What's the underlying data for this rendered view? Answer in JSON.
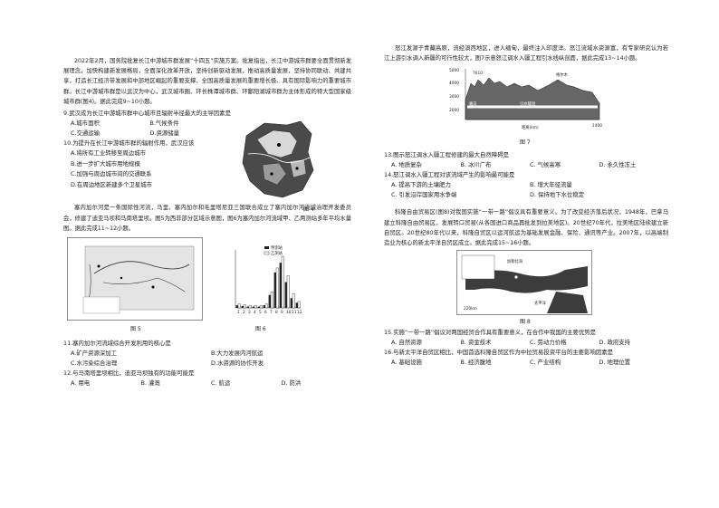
{
  "left": {
    "intro": "2022年2月，国务院批复长江中游城市群发展“十四五”实施方案。批复指出，长江中游城市群要全面贯彻新发展理念，加快构建新发展格局，全面深化改革开放，坚持创新驱动发展，推动高质量发展，坚持协同联动、共建共享，打造长江经济带发展和中部地区崛起的重要支撑、全国高质量发展的重要增长极、具有国际影响力的重要城市群。长江中游城市群是以武汉为中心，武汉城市圈、环长株潭城市群、环鄱阳湖城市群为主体形成的特大型国家级城市群(图4)。据此完成9~10小题。",
    "q9": "9.武汉成为长江中游城市群中心城市且辐射半径最大的主导因素是",
    "q9_opts": [
      "A.城市面积",
      "B.气候条件",
      "C.交通运输",
      "D.资源储量"
    ],
    "q10": "10.为提升在长江中游城市群的辐射作用，武汉应该",
    "q10_opts": [
      "A.将所有工业转移至周边城市",
      "B.进一步扩大城市用地规模",
      "C.加强与周边城市间的交通联系",
      "D.在周边地区新建多个卫星城市"
    ],
    "fig4_caption": "图 4",
    "intro2": "塞内加尔河是一条国际性河流，马里、塞内加尔和毛里塔尼亚三国联合成立了塞内加尔河流域治理开发委员会，修建了迪亚马坝和马南塔里坝。图5为西非部分区域示意图，图6为塞内加尔河流域甲、乙两测站多年平均水量图。据此完成11~12小题。",
    "fig5_caption": "图 5",
    "fig6_caption": "图 6",
    "q11": "11.塞内加尔河流域综合开发利用的核心是",
    "q11_opts": [
      "A.矿产资源深加工",
      "B.大力发展内河航运",
      "C.水污染综合治理",
      "D.水资源的协作开发"
    ],
    "q12": "12.与马南塔里坝相比，迪亚马坝独有的功能可能是",
    "q12_opts": [
      "A. 用电",
      "B. 灌溉",
      "C. 航运",
      "D. 防洪"
    ]
  },
  "right": {
    "intro": "怒江发源于青藏高原，流经滇西地区，进入缅甸，最终注入印度洋。怒江流域水资源富，有专家研究认为若江上游引水调入新疆的可行性较大，图7示意怒江调水入疆工程引水线纵剖面，据此完成13~14小题。",
    "fig7_caption": "图 7",
    "fig7_labels": {
      "top": "5000",
      "y2": "4000",
      "y3": "3000",
      "y4": "2000",
      "left_pt": "嘉白",
      "mid_pt": "引水隧洞",
      "right_pt": "格尔木",
      "end": "1400",
      "peak": "7610",
      "xlabel": "距离(km)"
    },
    "q13": "13.图示怒江调水入疆工程修建的最大自然障碍是",
    "q13_opts": [
      "A. 地质复杂",
      "B. 冰川广布",
      "C. 气候高寒",
      "D. 永久性冻土"
    ],
    "q14": "14.怒江调水入疆工程对该流域产生的影响最可能是",
    "q14_opts": [
      "A. 提高下游的土壤肥力",
      "B. 增大年径流量",
      "C. 引发沿岸国家用水争端",
      "D. 保持地下水位稳定"
    ],
    "intro2": "科隆自由贸易区(图8)对我国实施“一带一路”倡议具有重要意义。为了改变经济落后状况，1948年，巴拿马建立科隆自由贸易区，发展转口贸易(从各国进口商品再批发到拉美地区)。20世纪70年代，拉美地区陆续建立新自贸区。20世纪80年代以来，科隆自贸区以运河航运为基础发展金融、保险、通讯等产业。2007年，以高端制造业为核心的新太平洋自贸区成立。据此完成15~16小题。",
    "fig8_caption": "图 8",
    "fig8_labels": {
      "caribbean": "加勒比海",
      "pacific": "太平洋",
      "scale": "220km",
      "colon": "科隆"
    },
    "q15": "15.实施“一带一路”倡议对两国经贸合作具有重要意义，在合作中我国的主要优势是",
    "q15_opts": [
      "A. 自然资源",
      "B. 资金技术",
      "C. 劳动力价格",
      "D. 政府支持"
    ],
    "q16": "16.与新太平洋自贸区相比，中国首选科隆自贸区作为中拉贸易投资平台的主要影响因素是",
    "q16_opts": [
      "A. 基础设施",
      "B. 经济腹地",
      "C. 产业结构",
      "D. 地理位置"
    ]
  },
  "fig6_legend": {
    "a": "甲测站",
    "b": "乙测站"
  },
  "fig6_data": {
    "months": [
      "1",
      "2",
      "3",
      "4",
      "5",
      "6",
      "7",
      "8",
      "9",
      "10",
      "11",
      "12"
    ],
    "station_a": [
      4,
      3,
      2,
      2,
      2,
      4,
      20,
      55,
      70,
      40,
      15,
      8
    ],
    "station_b": [
      6,
      5,
      4,
      4,
      4,
      6,
      25,
      62,
      80,
      50,
      22,
      10
    ]
  }
}
